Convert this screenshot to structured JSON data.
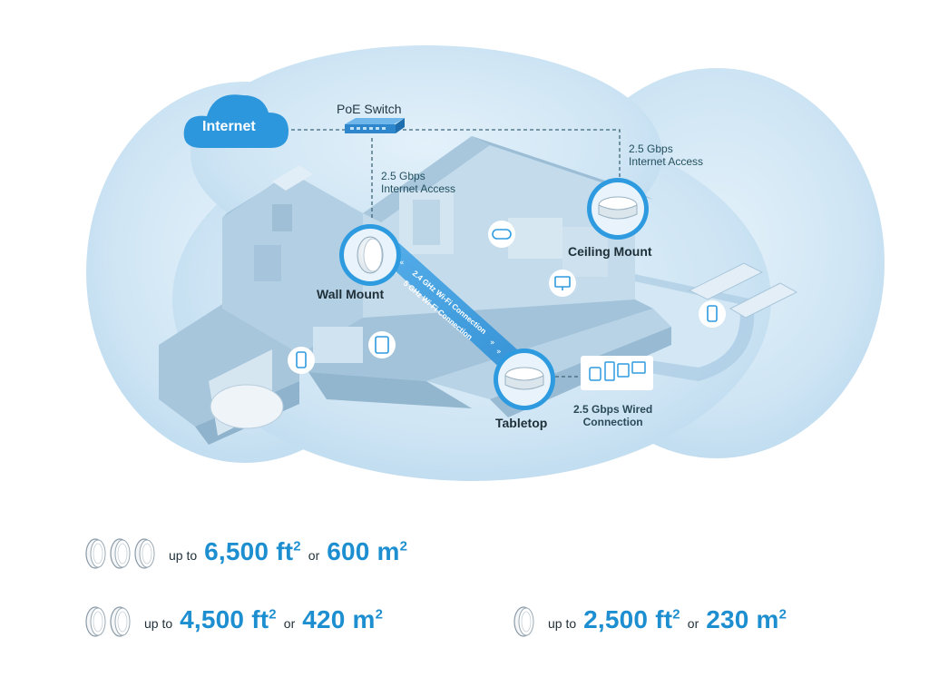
{
  "diagram": {
    "cloud_label": "Internet",
    "switch_label": "PoE Switch",
    "uplink_left": [
      "2.5 Gbps",
      "Internet Access"
    ],
    "uplink_right": [
      "2.5 Gbps",
      "Internet Access"
    ],
    "wall_mount": "Wall Mount",
    "ceiling_mount": "Ceiling Mount",
    "tabletop": "Tabletop",
    "wired": [
      "2.5 Gbps Wired",
      "Connection"
    ],
    "wifi_24": "2.4 GHz Wi-Fi Connection",
    "wifi_5": "5 GHz Wi-Fi Connection"
  },
  "coverage": [
    {
      "units": 3,
      "prefix": "up to",
      "imperial": "6,500 ft",
      "imperial_sup": "2",
      "connector": "or",
      "metric": "600 m",
      "metric_sup": "2"
    },
    {
      "units": 2,
      "prefix": "up to",
      "imperial": "4,500 ft",
      "imperial_sup": "2",
      "connector": "or",
      "metric": "420 m",
      "metric_sup": "2"
    },
    {
      "units": 1,
      "prefix": "up to",
      "imperial": "2,500 ft",
      "imperial_sup": "2",
      "connector": "or",
      "metric": "230 m",
      "metric_sup": "2"
    }
  ],
  "colors": {
    "accent": "#1d8fd0",
    "bubble": "#cfe6f5",
    "house": "#b9d4e6",
    "beam": "#3b9ee0"
  }
}
